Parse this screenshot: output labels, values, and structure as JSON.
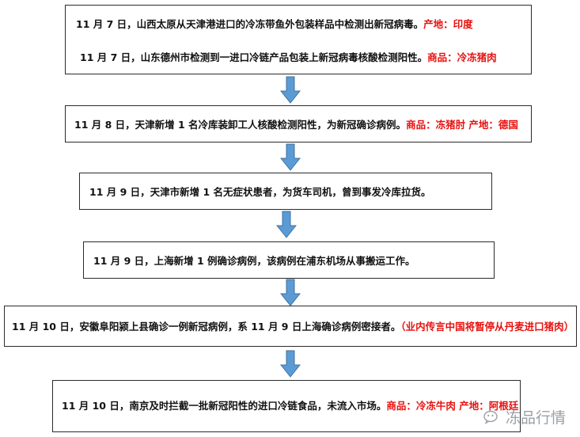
{
  "boxes": [
    {
      "lines": [
        {
          "text": "11 月 7 日，山西太原从天津港进口的冷冻带鱼外包装样品中检测出新冠病毒。",
          "red": "产地：印度"
        },
        {
          "text": "11 月 7 日，山东德州市检测到一进口冷链产品包装上新冠病毒核酸检测阳性。",
          "red": "商品：冷冻猪肉"
        }
      ]
    },
    {
      "lines": [
        {
          "text": "11 月 8 日，天津新增 1 名冷库装卸工人核酸检测阳性，为新冠确诊病例。",
          "red": "商品：冻猪肘  产地：德国"
        }
      ]
    },
    {
      "lines": [
        {
          "text": "11 月 9 日，天津市新增 1 名无症状患者，为货车司机，曾到事发冷库拉货。",
          "red": ""
        }
      ]
    },
    {
      "lines": [
        {
          "text": "11 月 9 日，上海新增 1 例确诊病例，该病例在浦东机场从事搬运工作。",
          "red": ""
        }
      ]
    },
    {
      "lines": [
        {
          "text": "11 月 10 日，安徽阜阳颍上县确诊一例新冠病例，系 11 月 9 日上海确诊病例密接者。",
          "red": "（业内传言中国将暂停从丹麦进口猪肉）"
        }
      ]
    },
    {
      "lines": [
        {
          "text": "11 月 10 日，南京及时拦截一批新冠阳性的进口冷链食品，未流入市场。",
          "red": "商品：冷冻牛肉  产地：阿根廷"
        }
      ]
    }
  ],
  "watermark": {
    "text": "冻品行情"
  },
  "colors": {
    "arrow_fill": "#5b9bd5",
    "arrow_stroke": "#41719c",
    "highlight": "#e8100e",
    "border": "#2b2b2b"
  }
}
